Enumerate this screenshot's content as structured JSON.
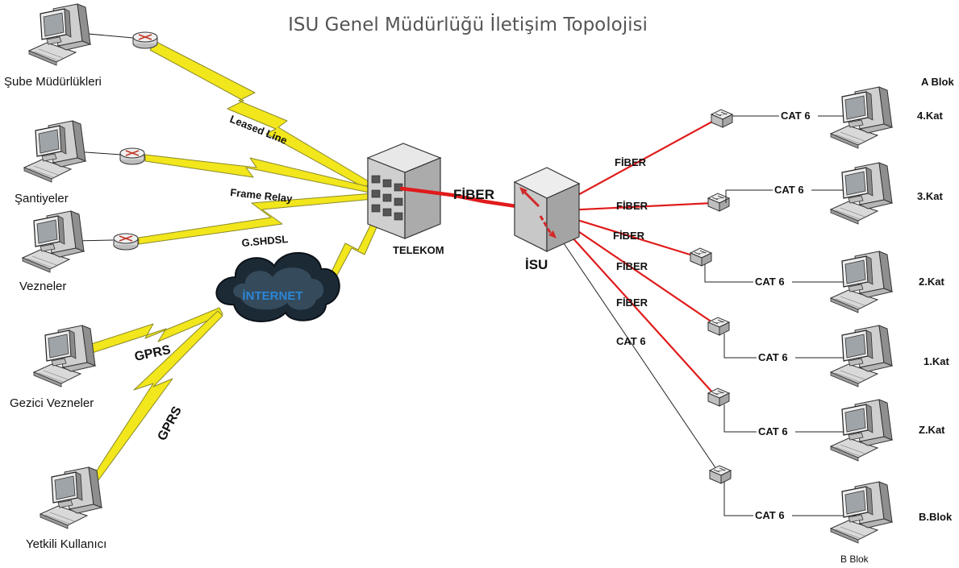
{
  "title": "ISU Genel Müdürlüğü İletişim Topolojisi",
  "left_sites": {
    "sube": "Şube Müdürlükleri",
    "santiye": "Şantiyeler",
    "vezne": "Vezneler",
    "gezici": "Gezici Vezneler",
    "yetkili": "Yetkili Kullanıcı"
  },
  "links": {
    "leased": "Leased Line",
    "frame": "Frame Relay",
    "shdsl": "G.SHDSL",
    "gprs1": "GPRS",
    "gprs2": "GPRS",
    "fiber_main": "FİBER"
  },
  "cloud": "İNTERNET",
  "telekom": "TELEKOM",
  "isu": "İSU",
  "right": {
    "a_blok": "A Blok",
    "floors": [
      "4.Kat",
      "3.Kat",
      "2.Kat",
      "1.Kat",
      "Z.Kat",
      "B.Blok"
    ],
    "b_blok_caption": "B Blok",
    "fiber": [
      "FİBER",
      "FİBER",
      "FİBER",
      "FİBER",
      "FİBER"
    ],
    "cat6": [
      "CAT 6",
      "CAT 6",
      "CAT 6",
      "CAT 6",
      "CAT 6",
      "CAT 6"
    ],
    "cat6_diag": "CAT 6"
  }
}
